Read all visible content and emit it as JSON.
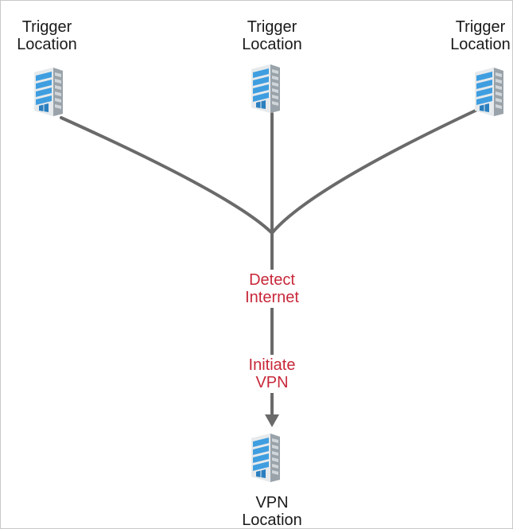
{
  "diagram": {
    "trigger_locations": [
      {
        "line1": "Trigger",
        "line2": "Location"
      },
      {
        "line1": "Trigger",
        "line2": "Location"
      },
      {
        "line1": "Trigger",
        "line2": "Location"
      }
    ],
    "steps": {
      "detect": {
        "line1": "Detect",
        "line2": "Internet"
      },
      "initiate": {
        "line1": "Initiate",
        "line2": "VPN"
      }
    },
    "vpn_location": {
      "line1": "VPN",
      "line2": "Location"
    },
    "colors": {
      "connector": "#6a6a6a",
      "step_text": "#c8283a",
      "building_blue": "#3f9ee0",
      "building_gray": "#dfe3e6"
    },
    "icons": {
      "location": "office-building-icon",
      "arrow": "arrowhead-down-icon"
    }
  }
}
